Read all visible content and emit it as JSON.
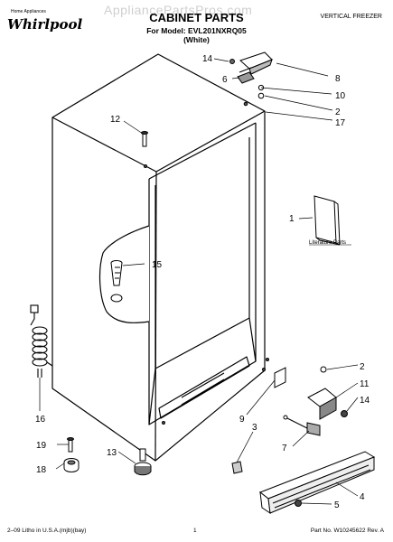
{
  "header": {
    "brand_name": "Whirlpool",
    "brand_small": "Home Appliances",
    "watermark": "AppliancePartsPros.com",
    "title": "CABINET PARTS",
    "model_line": "For Model: EVL201NXRQ05",
    "color_line": "(White)",
    "category": "VERTICAL FREEZER"
  },
  "diagram": {
    "literature_label": "Literature Parts",
    "callouts": [
      "14",
      "6",
      "8",
      "10",
      "2",
      "17",
      "12",
      "1",
      "15",
      "2",
      "11",
      "14",
      "9",
      "3",
      "7",
      "16",
      "19",
      "13",
      "4",
      "18",
      "5"
    ]
  },
  "footer": {
    "left": "2–09 Litho in U.S.A.(mjb)(bay)",
    "center": "1",
    "right": "Part No. W10245622 Rev. A"
  }
}
